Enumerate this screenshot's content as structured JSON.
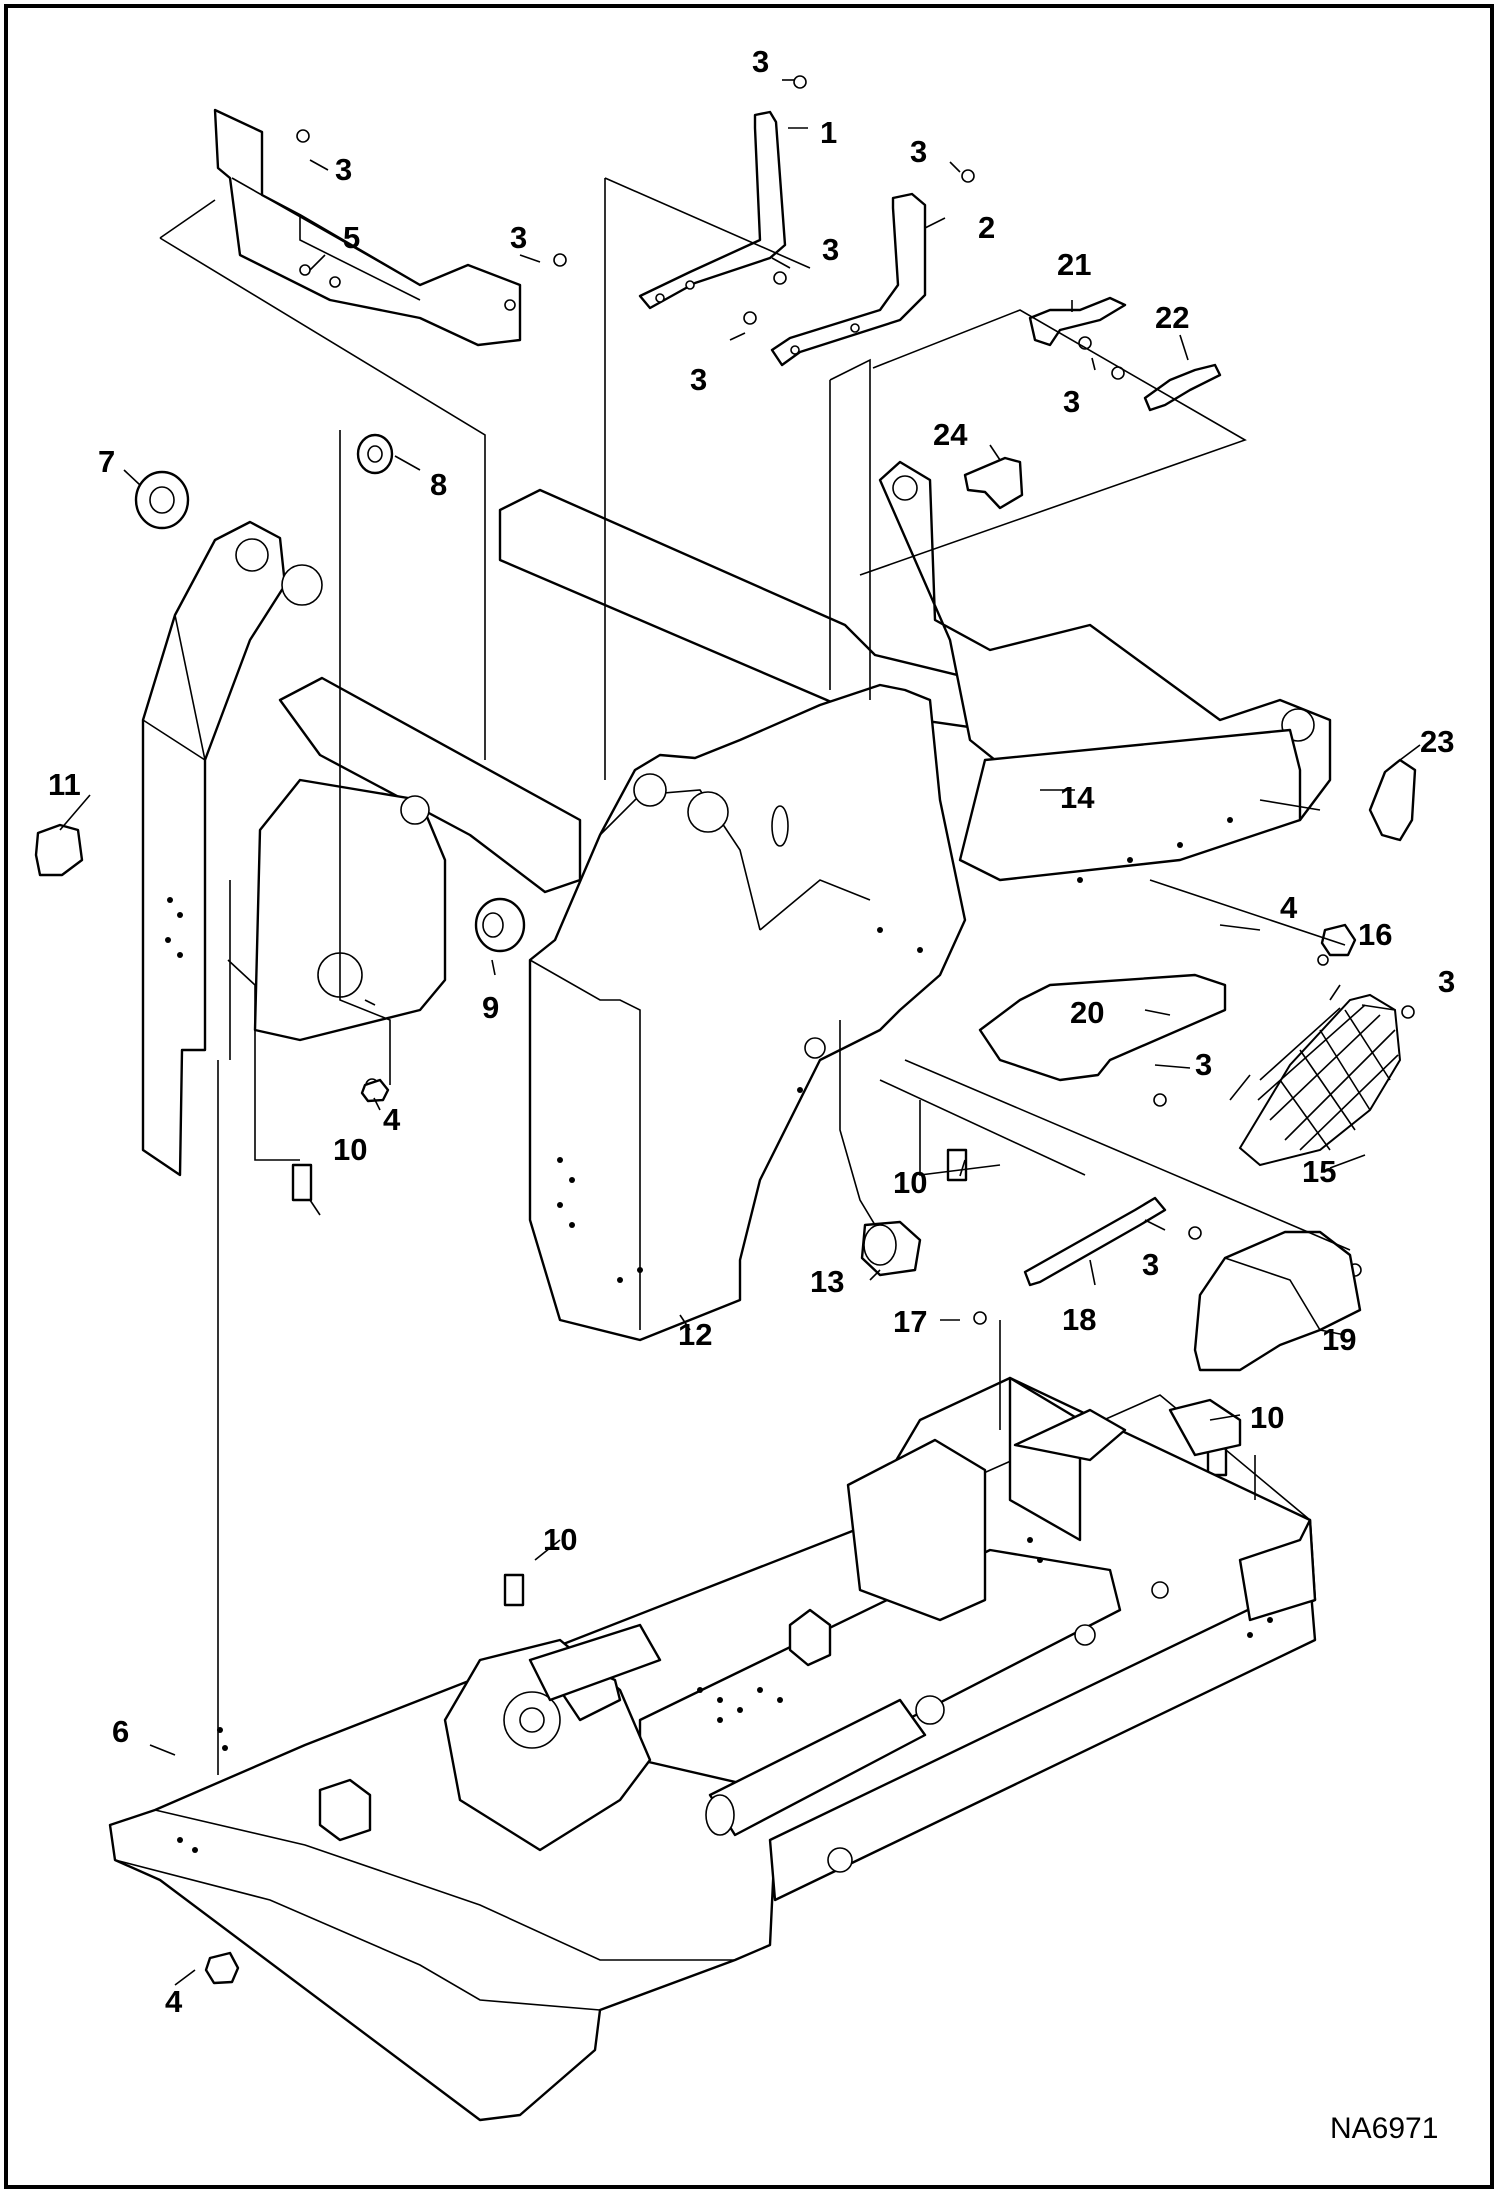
{
  "diagram": {
    "drawing_number": "NA6971",
    "callouts": [
      "1",
      "2",
      "3",
      "4",
      "5",
      "6",
      "7",
      "8",
      "9",
      "10",
      "11",
      "12",
      "13",
      "14",
      "15",
      "16",
      "17",
      "18",
      "19",
      "20",
      "21",
      "22",
      "23",
      "24"
    ],
    "callout_labels": {
      "c1": "1",
      "c2": "2",
      "c3a": "3",
      "c3b": "3",
      "c3c": "3",
      "c3d": "3",
      "c3e": "3",
      "c3f": "3",
      "c3g": "3",
      "c3h": "3",
      "c3i": "3",
      "c3j": "3",
      "c4a": "4",
      "c4b": "4",
      "c4c": "4",
      "c5": "5",
      "c6": "6",
      "c7": "7",
      "c8": "8",
      "c9": "9",
      "c10a": "10",
      "c10b": "10",
      "c10c": "10",
      "c10d": "10",
      "c11": "11",
      "c12": "12",
      "c13": "13",
      "c14": "14",
      "c15": "15",
      "c16": "16",
      "c17": "17",
      "c18": "18",
      "c19": "19",
      "c20": "20",
      "c21": "21",
      "c22": "22",
      "c23": "23",
      "c24": "24"
    }
  }
}
